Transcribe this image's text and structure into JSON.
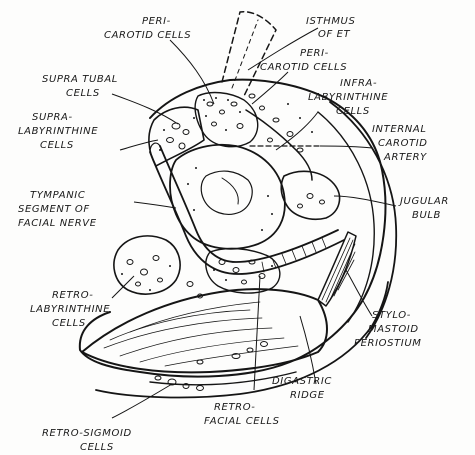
{
  "figure": {
    "ink_color": "#151515",
    "paper_color": "#fdfdfc"
  },
  "labels": {
    "pericarotid_top_1": "PERI-",
    "pericarotid_top_2": "CAROTID CELLS",
    "isthmus_1": "ISTHMUS",
    "isthmus_2": "OF ET",
    "pericarotid_right_1": "PERI-",
    "pericarotid_right_2": "CAROTID CELLS",
    "supratubal_1": "SUPRA TUBAL",
    "supratubal_2": "CELLS",
    "infralab_1": "INFRA-",
    "infralab_2": "LABYRINTHINE",
    "infralab_3": "CELLS",
    "supralab_1": "SUPRA-",
    "supralab_2": "LABYRINTHINE",
    "supralab_3": "CELLS",
    "internal_carotid_1": "INTERNAL",
    "internal_carotid_2": "CAROTID",
    "internal_carotid_3": "ARTERY",
    "tympanic_1": "TYMPANIC",
    "tympanic_2": "SEGMENT OF",
    "tympanic_3": "FACIAL NERVE",
    "jugular_1": "JUGULAR",
    "jugular_2": "BULB",
    "retrolab_1": "RETRO-",
    "retrolab_2": "LABYRINTHINE",
    "retrolab_3": "CELLS",
    "stylo_1": "STYLO-",
    "stylo_2": "MASTOID",
    "stylo_3": "PERIOSTIUM",
    "digastric_1": "DIGASTRIC",
    "digastric_2": "RIDGE",
    "retrofacial_1": "RETRO-",
    "retrofacial_2": "FACIAL CELLS",
    "retrosigmoid_1": "RETRO-SIGMOID",
    "retrosigmoid_2": "CELLS"
  }
}
